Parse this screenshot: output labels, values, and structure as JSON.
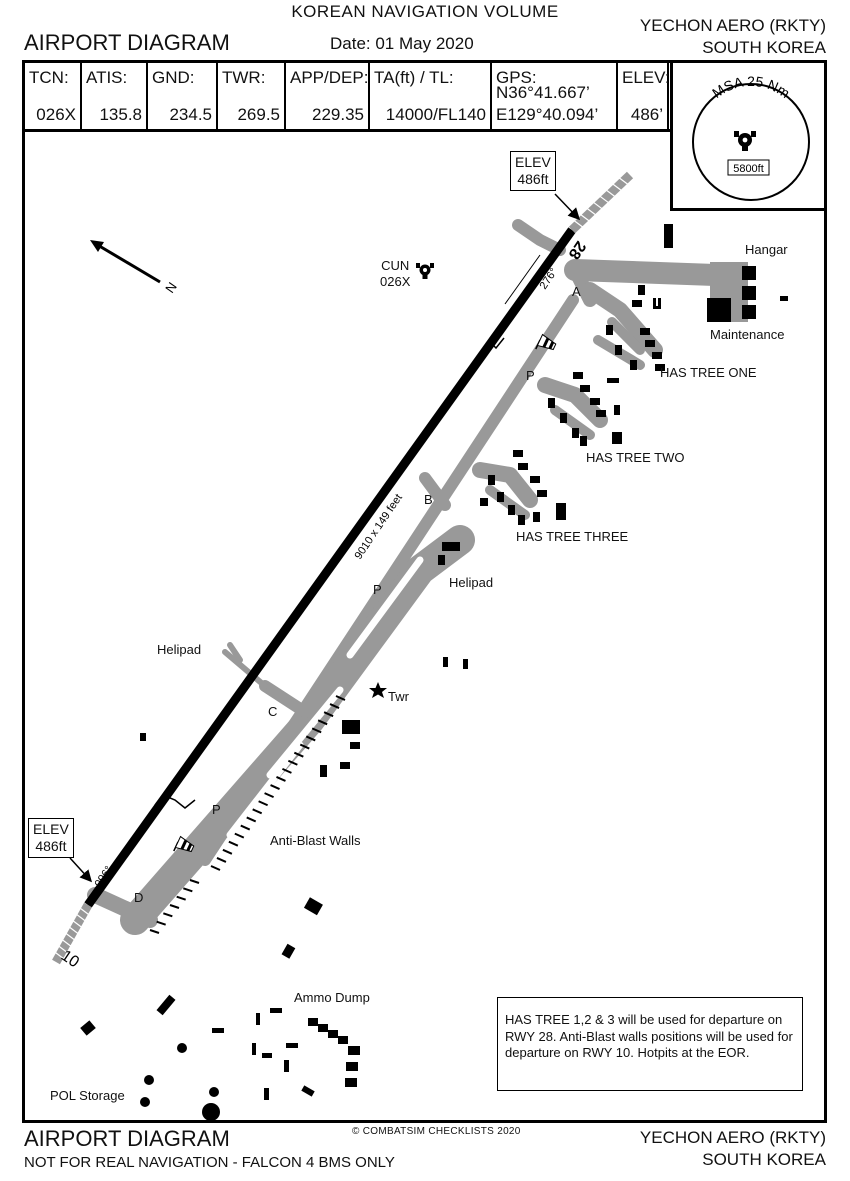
{
  "header": {
    "volume": "KOREAN NAVIGATION VOLUME",
    "title": "AIRPORT DIAGRAM",
    "date": "Date: 01 May 2020",
    "airport": "YECHON AERO (RKTY)",
    "country": "SOUTH KOREA"
  },
  "info": [
    {
      "label": "TCN:",
      "value": "026X"
    },
    {
      "label": "ATIS:",
      "value": "135.8"
    },
    {
      "label": "GND:",
      "value": "234.5"
    },
    {
      "label": "TWR:",
      "value": "269.5"
    },
    {
      "label": "APP/DEP:",
      "value": "229.35"
    },
    {
      "label": "TA(ft) / TL:",
      "value": "14000/FL140"
    },
    {
      "label": "GPS:",
      "value1": "N36°41.667’",
      "value2": "E129°40.094’"
    },
    {
      "label": "ELEV:",
      "value": "486’"
    }
  ],
  "msa": {
    "title": "MSA 25 Nm",
    "altitude": "5800ft"
  },
  "diagram": {
    "north": "N",
    "runway_length": "9010 x 149 feet",
    "runway_ends": {
      "low": "10",
      "high": "28"
    },
    "headings": {
      "low": "096°",
      "high": "276°"
    },
    "elev_ne": {
      "line1": "ELEV",
      "line2": "486ft"
    },
    "elev_sw": {
      "line1": "ELEV",
      "line2": "486ft"
    },
    "cun": {
      "line1": "CUN",
      "line2": "026X"
    },
    "taxiways": {
      "a": "A",
      "b": "B",
      "c": "C",
      "d": "D",
      "p": "P"
    },
    "labels": {
      "hangar": "Hangar",
      "maintenance": "Maintenance",
      "has1": "HAS TREE ONE",
      "has2": "HAS TREE TWO",
      "has3": "HAS TREE THREE",
      "helipad_e": "Helipad",
      "helipad_w": "Helipad",
      "twr": "Twr",
      "antiblast": "Anti-Blast Walls",
      "ammo": "Ammo Dump",
      "pol": "POL Storage"
    }
  },
  "note": "HAS TREE 1,2 & 3 will be used for departure on RWY 28. Anti-Blast walls positions will be used for departure on RWY 10. Hotpits at the EOR.",
  "footer": {
    "title": "AIRPORT DIAGRAM",
    "disclaimer": "NOT FOR REAL NAVIGATION - FALCON 4 BMS ONLY",
    "copyright": "© COMBATSIM CHECKLISTS 2020",
    "airport": "YECHON AERO (RKTY)",
    "country": "SOUTH KOREA"
  }
}
